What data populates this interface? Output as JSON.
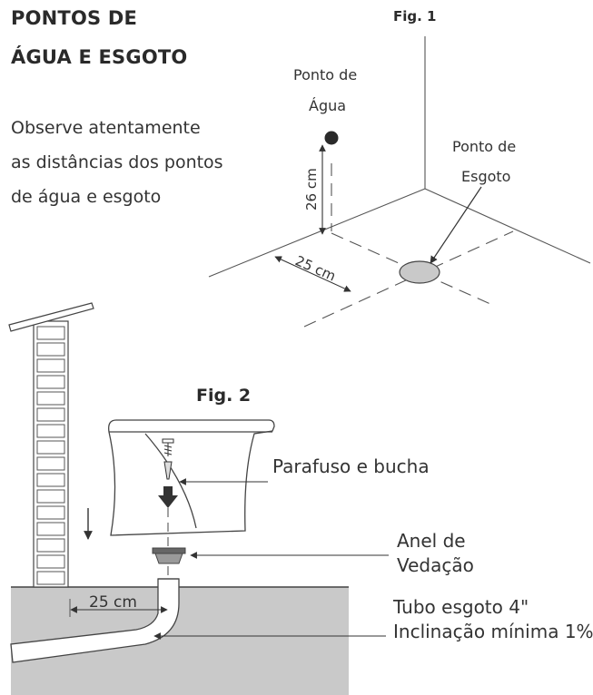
{
  "heading": {
    "line1": "PONTOS DE",
    "line2": "ÁGUA E ESGOTO"
  },
  "intro": {
    "line1": "Observe atentamente",
    "line2": "as  distâncias dos pontos",
    "line3": "de água e esgoto"
  },
  "fig1": {
    "title": "Fig. 1",
    "water_point": {
      "line1": "Ponto de",
      "line2": "Água"
    },
    "sewage_point": {
      "line1": "Ponto de",
      "line2": "Esgoto"
    },
    "dim_height": "26 cm",
    "dim_wall": "25 cm"
  },
  "fig2": {
    "title": "Fig. 2",
    "screw": "Parafuso e bucha",
    "ring": {
      "line1": "Anel de",
      "line2": "Vedação"
    },
    "pipe": {
      "line1": "Tubo esgoto 4\"",
      "line2": "Inclinação mínima 1%"
    },
    "dim_wall": "25 cm"
  },
  "colors": {
    "line": "#555555",
    "floor": "#c9c9c9",
    "ink": "#333333",
    "dark": "#2a2a2a"
  }
}
